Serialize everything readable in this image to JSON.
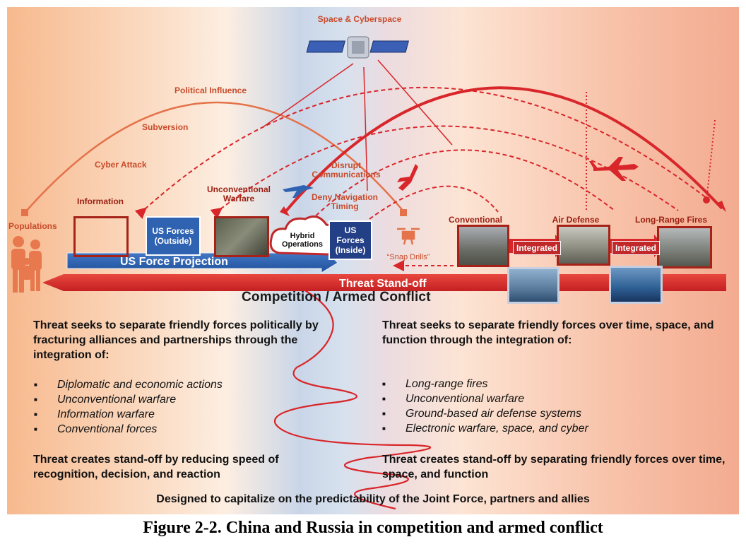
{
  "diagram": {
    "space_label": "Space & Cyberspace",
    "political_influence": "Political Influence",
    "subversion": "Subversion",
    "cyber_attack": "Cyber Attack",
    "populations": "Populations",
    "information": "Information",
    "us_forces_outside": "US Forces (Outside)",
    "unconventional_warfare": "Unconventional Warfare",
    "hybrid_operations": "Hybrid Operations",
    "us_forces_inside": "US Forces (Inside)",
    "disrupt_communications": "Disrupt Communications",
    "deny_navigation_timing": "Deny Navigation Timing",
    "snap_drills": "“Snap Drills”",
    "conventional": "Conventional",
    "air_defense": "Air Defense",
    "long_range_fires": "Long-Range Fires",
    "integrated_1": "Integrated",
    "integrated_2": "Integrated",
    "us_force_projection": "US Force Projection",
    "threat_standoff": "Threat Stand-off",
    "competition_armed_conflict": "Competition / Armed Conflict"
  },
  "left_column": {
    "intro": "Threat seeks to separate friendly forces politically by fracturing alliances and partnerships through the integration of:",
    "bullets": [
      "Diplomatic and economic actions",
      "Unconventional warfare",
      "Information warfare",
      "Conventional forces"
    ],
    "conclusion": "Threat creates stand-off by reducing speed of recognition, decision, and reaction"
  },
  "right_column": {
    "intro": "Threat seeks to separate friendly forces over time, space, and function through the integration of:",
    "bullets": [
      "Long-range fires",
      "Unconventional warfare",
      "Ground-based air defense systems",
      "Electronic warfare, space, and cyber"
    ],
    "conclusion": "Threat creates stand-off by separating friendly forces over time, space, and function"
  },
  "footer_statement": "Designed to capitalize on the predictability of the Joint Force, partners and allies",
  "caption": "Figure 2-2.  China and Russia in competition and armed conflict",
  "colors": {
    "threat_red": "#d8262a",
    "us_blue": "#2f63b2",
    "navy": "#233f86",
    "label_orange": "#c84a2a"
  },
  "icons": [
    "satellite-icon",
    "people-group-icon",
    "drone-icon",
    "fighter-jet-icon",
    "bomber-aircraft-icon",
    "cloud-icon"
  ]
}
